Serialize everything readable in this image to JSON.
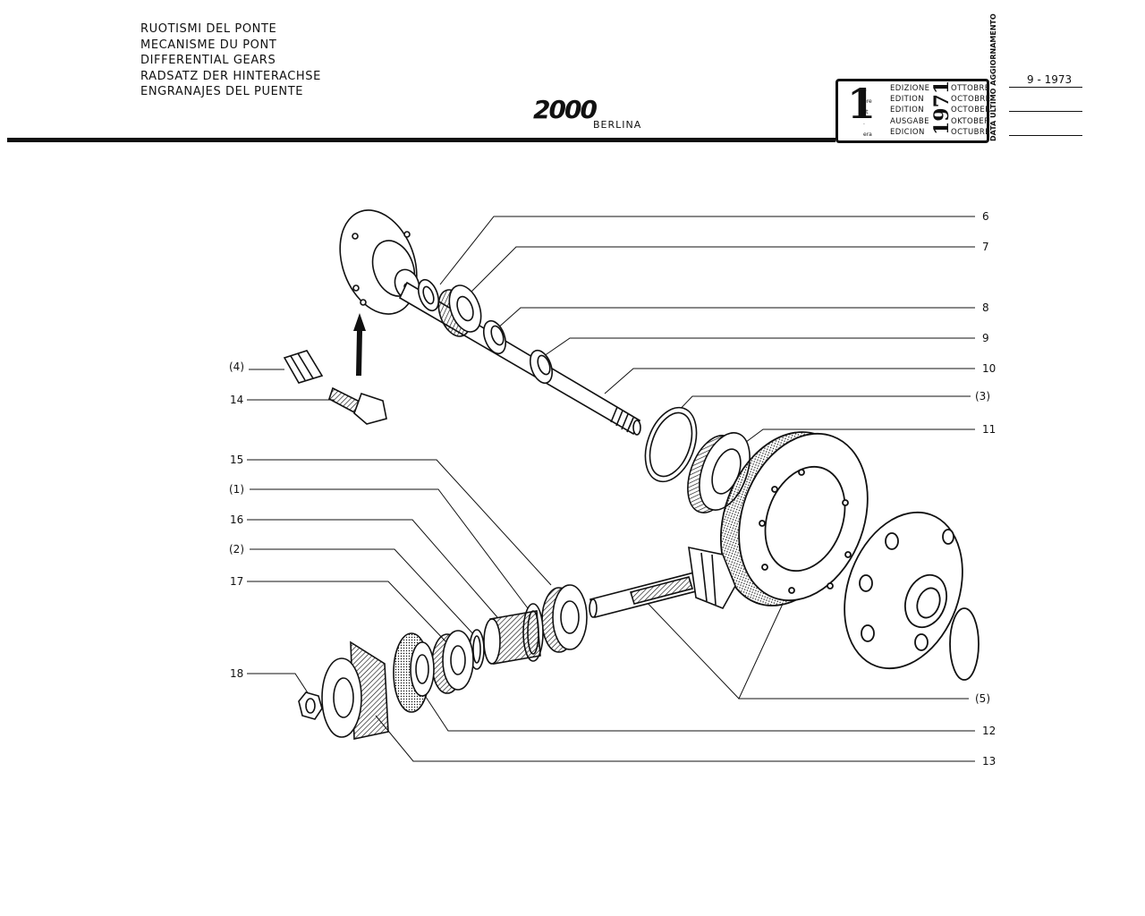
{
  "header": {
    "title_lines": [
      "RUOTISMI DEL PONTE",
      "MECANISME DU PONT",
      "DIFFERENTIAL GEARS",
      "RADSATZ DER HINTERACHSE",
      "ENGRANAJES DEL PUENTE"
    ],
    "logo_text": "2000",
    "model": "BERLINA"
  },
  "edition": {
    "number": "1",
    "suffixes": [
      "a",
      "ère",
      "st",
      ".",
      "era"
    ],
    "words": [
      "EDIZIONE",
      "EDITION",
      "EDITION",
      "AUSGABE",
      "EDICION"
    ],
    "year": "1971",
    "months": [
      "OTTOBRE",
      "OCTOBRE",
      "OCTOBER",
      "OKTOBER",
      "OCTUBRE"
    ],
    "update_label": "DATA ULTIMO AGGIORNAMENTO",
    "update_date": "9 - 1973"
  },
  "callouts": {
    "c6": "6",
    "c7": "7",
    "c8": "8",
    "c9": "9",
    "c10": "10",
    "c3": "(3)",
    "c11": "11",
    "c4": "(4)",
    "c14": "14",
    "c15": "15",
    "c1": "(1)",
    "c16": "16",
    "c2": "(2)",
    "c17": "17",
    "c18": "18",
    "c5": "(5)",
    "c12": "12",
    "c13": "13"
  }
}
